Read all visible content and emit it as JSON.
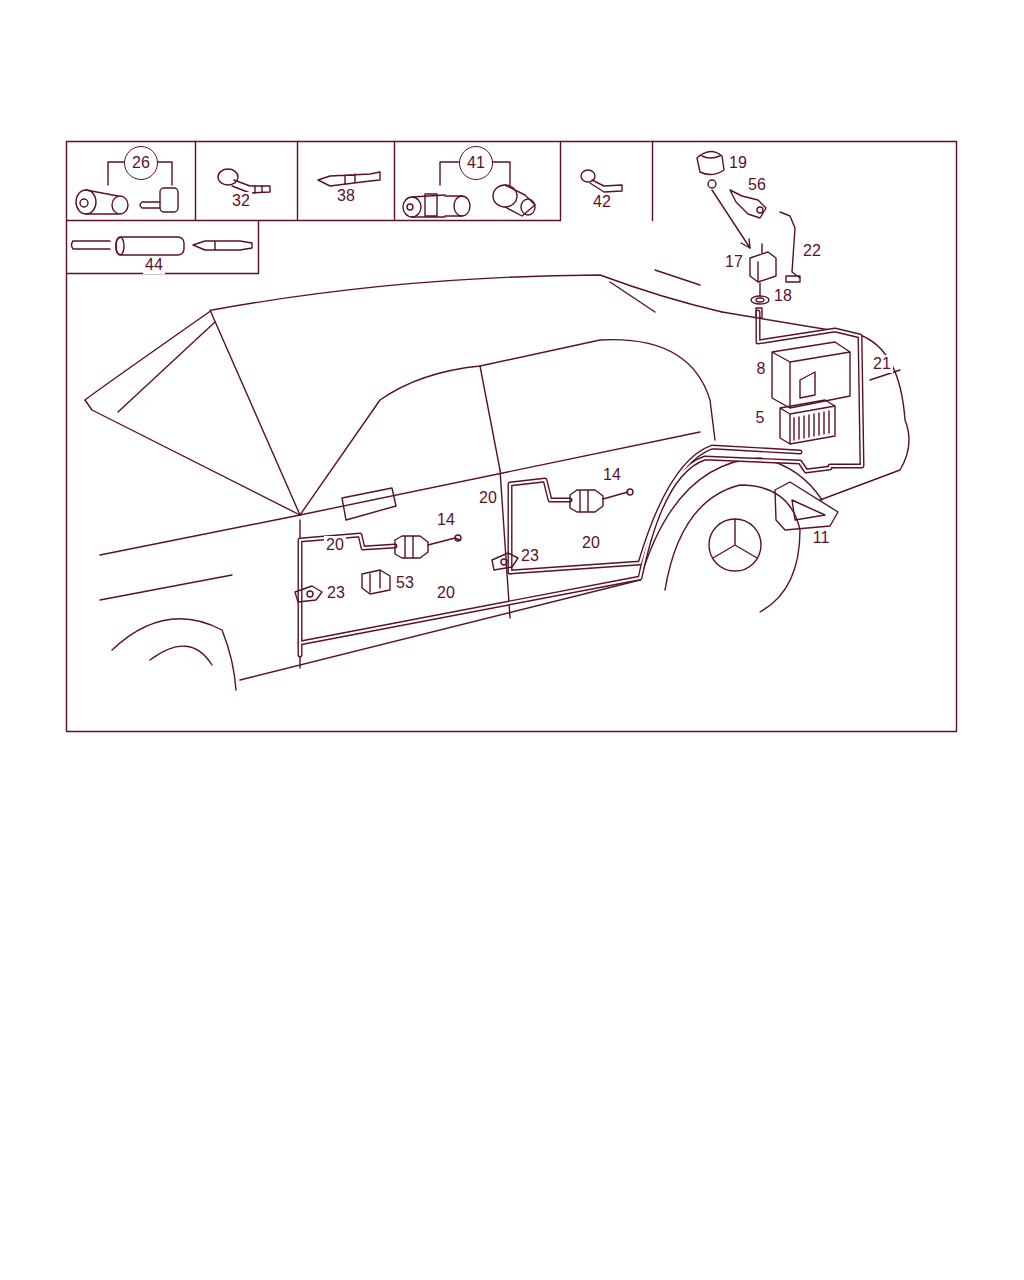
{
  "diagram": {
    "nodes": [
      {
        "text": [
          "26"
        ]
      },
      {
        "text": [
          "41"
        ]
      }
    ],
    "labels": [
      "32",
      "38",
      "42",
      "44",
      "19",
      "56",
      "22",
      "17",
      "18",
      "8",
      "21",
      "5",
      "14",
      "20",
      "14",
      "23",
      "20",
      "20",
      "23",
      "53",
      "20",
      "11"
    ]
  }
}
